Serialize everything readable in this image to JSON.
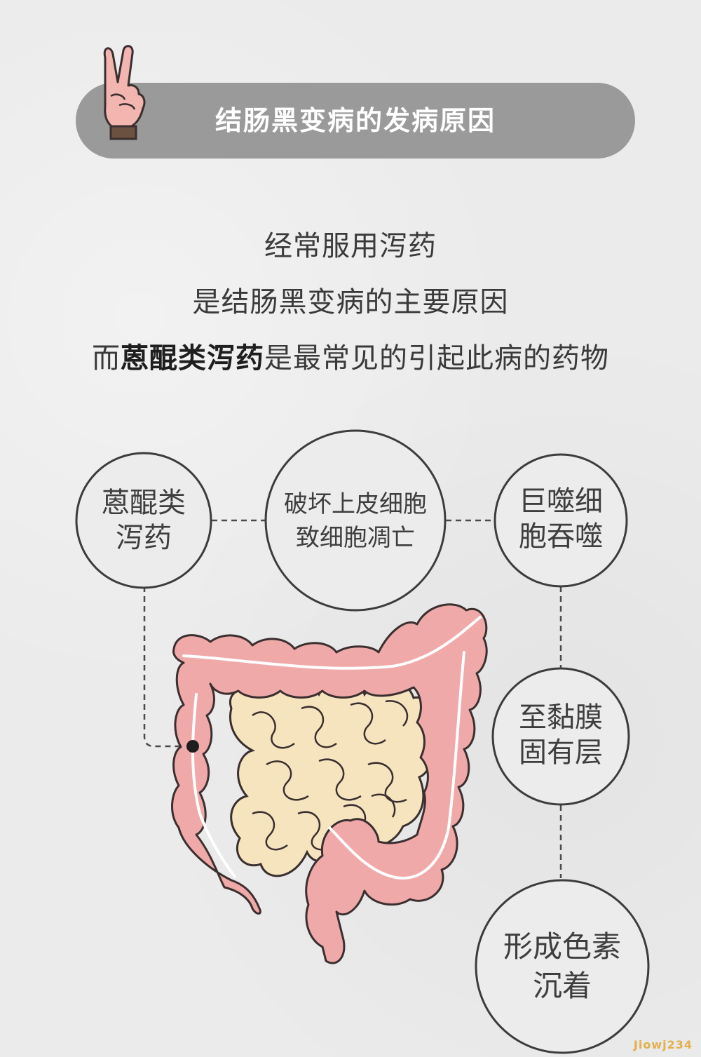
{
  "header": {
    "title": "结肠黑变病的发病原因"
  },
  "intro": {
    "line1": "经常服用泻药",
    "line2": "是结肠黑变病的主要原因",
    "line3_prefix": "而",
    "line3_bold": "蒽醌类泻药",
    "line3_suffix": "是最常见的引起此病的药物"
  },
  "nodes": {
    "anthraquinone": {
      "line1": "蒽醌类",
      "line2": "泻药"
    },
    "epithelium": {
      "line1": "破坏上皮细胞",
      "line2": "致细胞凋亡"
    },
    "macrophage": {
      "line1": "巨噬细",
      "line2": "胞吞噬"
    },
    "lamina": {
      "line1": "至黏膜",
      "line2": "固有层"
    },
    "pigment": {
      "line1": "形成色素",
      "line2": "沉着"
    }
  },
  "colors": {
    "banner": "#9a9a9a",
    "colon": "#f0a9a9",
    "colon_outline": "#3b2f2f",
    "small_intestine": "#f6e4bf",
    "background": "#ebebeb"
  },
  "watermark": "Jiowj234"
}
